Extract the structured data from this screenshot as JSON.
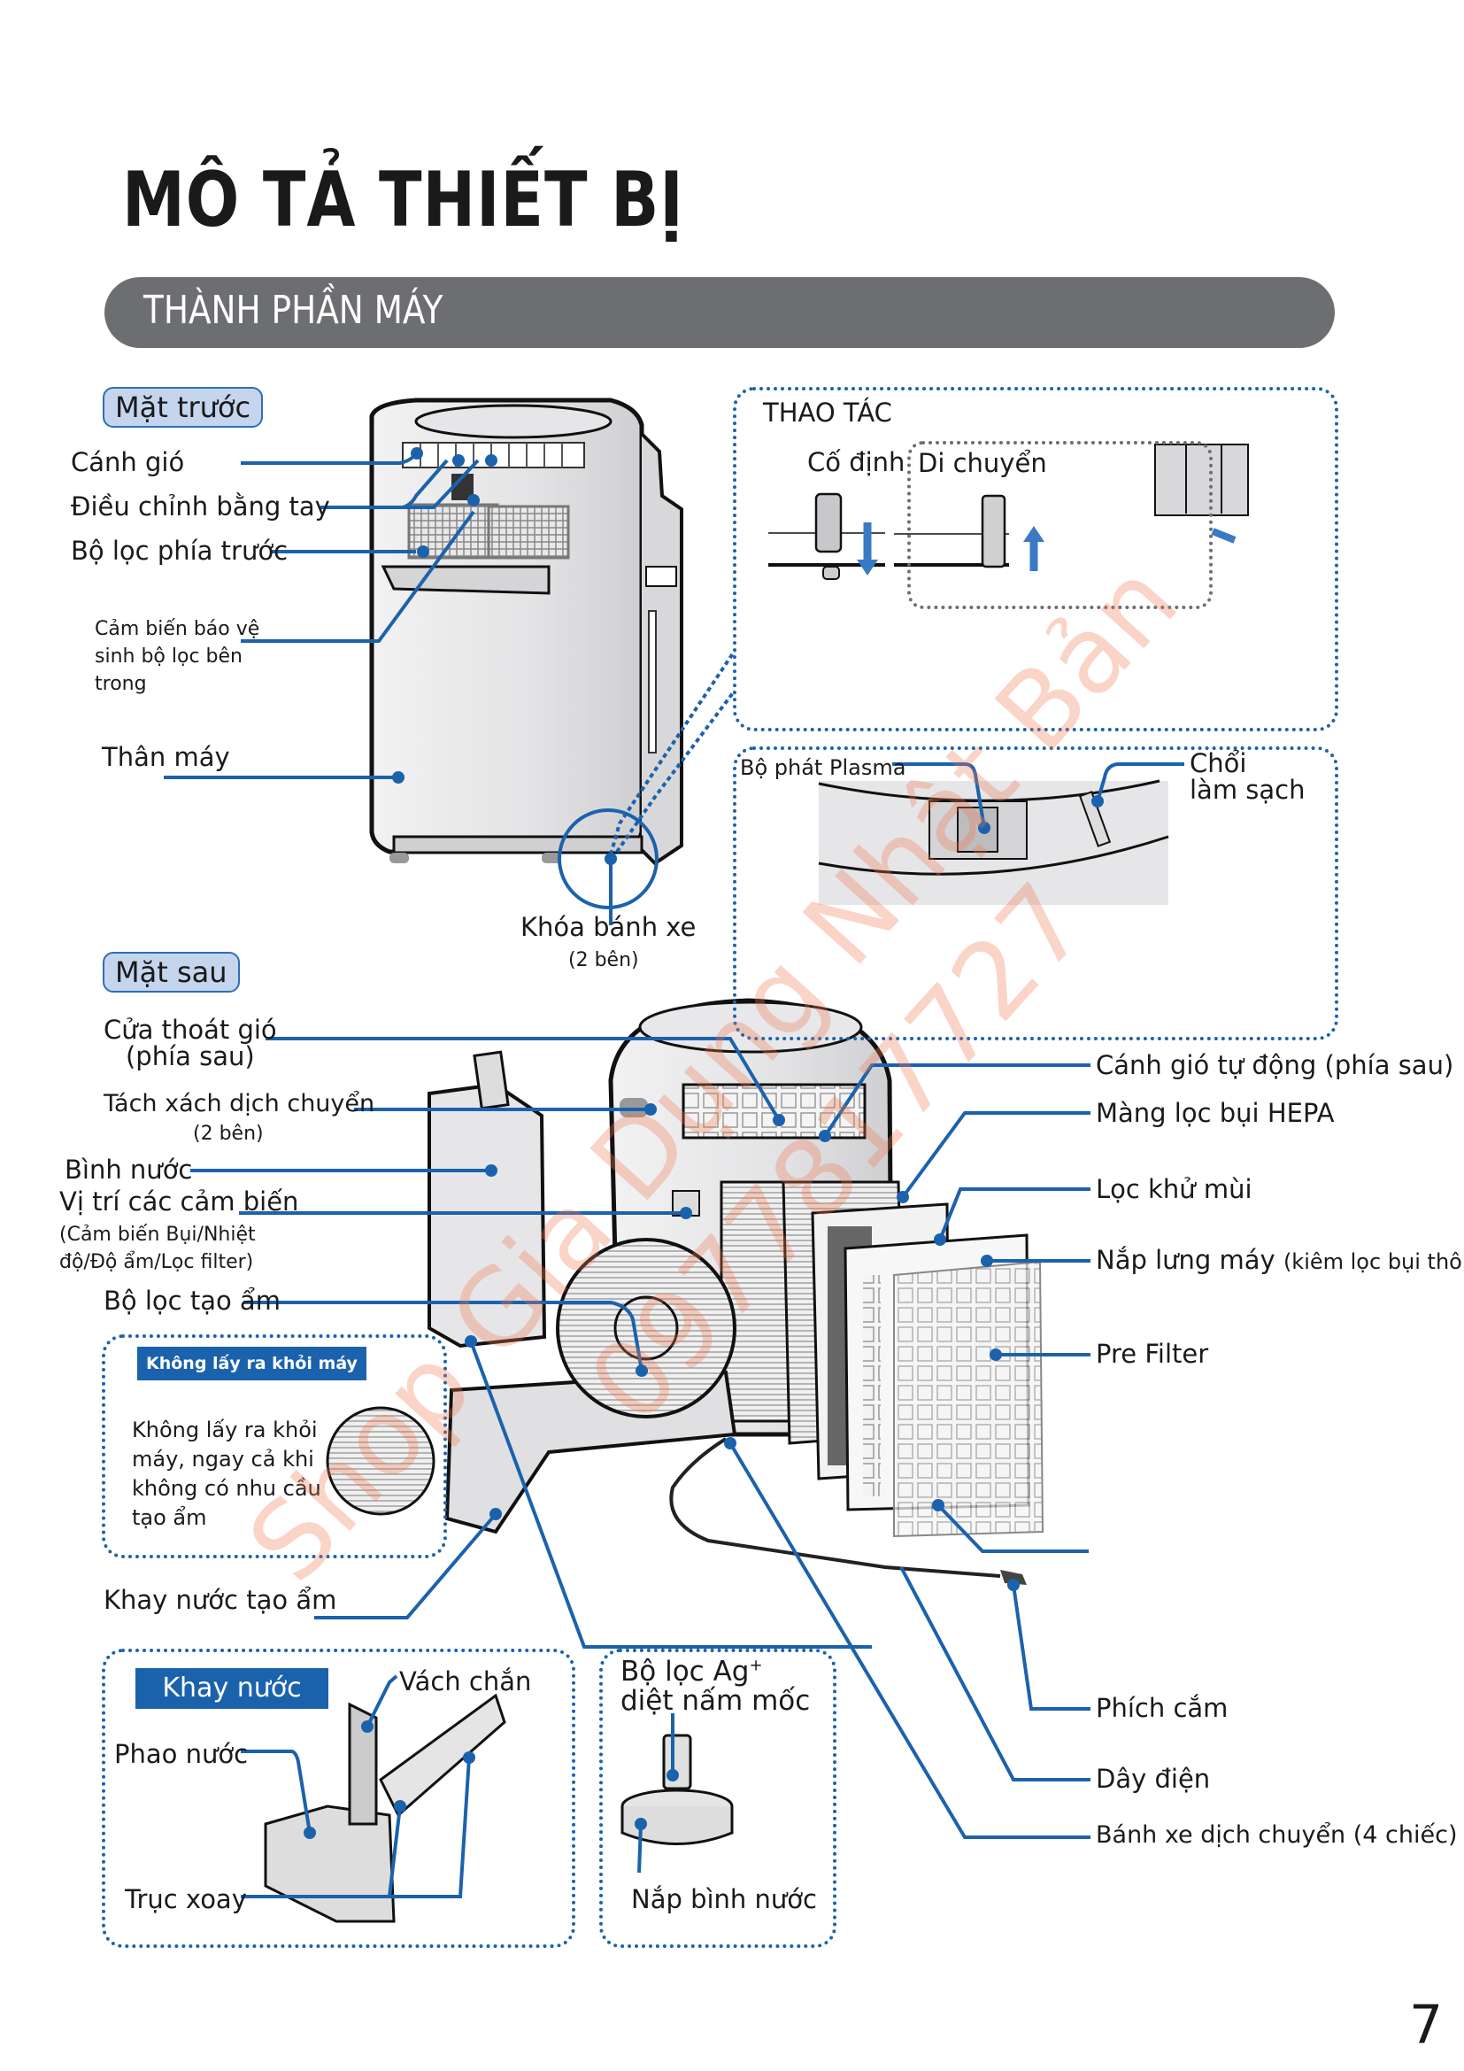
{
  "page": {
    "title": "MÔ TẢ THIẾT BỊ",
    "section": "THÀNH PHẦN MÁY",
    "page_number": "7",
    "accent_color": "#1b62ad",
    "band_color": "#6d6e71",
    "badge_color": "#c5d5ee"
  },
  "front": {
    "badge": "Mặt trước",
    "labels": [
      {
        "text": "Cánh gió"
      },
      {
        "text": "Điều chỉnh bằng tay"
      },
      {
        "text": "Bộ lọc phía trước"
      },
      {
        "text": "Cảm biến báo vệ sinh bộ lọc bên trong",
        "lines": [
          "Cảm biến báo vệ",
          "sinh bộ lọc bên",
          "trong"
        ]
      },
      {
        "text": "Thân máy"
      }
    ],
    "wheel_lock": {
      "label": "Khóa bánh xe",
      "note": "(2 bên)"
    }
  },
  "operation_panel": {
    "title": "THAO TÁC",
    "fixed_label": "Cố định",
    "move_label": "Di chuyển"
  },
  "plasma_panel": {
    "plasma_label": "Bộ phát Plasma",
    "brush_label_line1": "Chổi",
    "brush_label_line2": "làm sạch"
  },
  "back": {
    "badge": "Mặt sau",
    "left_labels": [
      {
        "line1": "Cửa thoát gió",
        "line2": "(phía sau)"
      },
      {
        "line1": "Tách xách dịch chuyển",
        "line2": "(2 bên)"
      },
      {
        "line1": "Bình nước"
      },
      {
        "line1": "Vị trí các cảm biến",
        "line2": "(Cảm biến Bụi/Nhiệt",
        "line3": "độ/Độ ẩm/Lọc filter)"
      },
      {
        "line1": "Bộ lọc tạo ẩm"
      },
      {
        "line1": "Khay nước tạo ẩm"
      }
    ],
    "right_labels": [
      {
        "text": "Cánh gió tự động (phía sau)"
      },
      {
        "text": "Màng lọc bụi HEPA"
      },
      {
        "text": "Lọc khử mùi"
      },
      {
        "text": "Nắp lưng máy",
        "note": "(kiêm lọc bụi thô)"
      },
      {
        "text": "Pre Filter"
      },
      {
        "text": "Phích cắm"
      },
      {
        "text": "Dây điện"
      },
      {
        "text": "Bánh xe dịch chuyển (4 chiếc)"
      }
    ]
  },
  "no_remove_box": {
    "tag": "Không lấy ra khỏi máy",
    "lines": [
      "Không lấy ra khỏi",
      "máy, ngay cả khi",
      "không có nhu cầu",
      "tạo ẩm"
    ]
  },
  "water_tray_box": {
    "tag": "Khay nước",
    "partition": "Vách chắn",
    "float": "Phao nước",
    "pivot": "Trục xoay"
  },
  "ag_box": {
    "title_line1": "Bộ lọc Ag",
    "title_sup": "+",
    "title_line2": "diệt nấm mốc",
    "cap": "Nắp bình nước"
  },
  "watermark": {
    "line1": "Shop Gia Dụng Nhật Bản",
    "line2": "0977817727"
  }
}
